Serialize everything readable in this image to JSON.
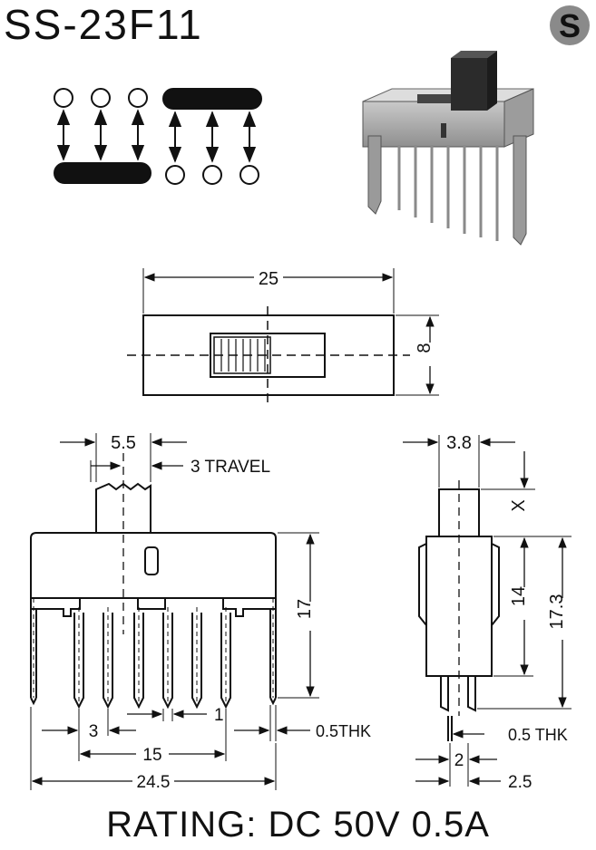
{
  "part_number": "SS-23F11",
  "logo_letter": "S",
  "rating": "RATING: DC 50V 0.5A",
  "top_view": {
    "width": "25",
    "height": "8"
  },
  "front_view": {
    "actuator_width": "5.5",
    "travel": "3 TRAVEL",
    "height": "17",
    "pin_pitch": "3",
    "pin_width": "1",
    "thickness": "0.5THK",
    "pin_span": "15",
    "overall_width": "24.5"
  },
  "side_view": {
    "actuator_width": "3.8",
    "actuator_height": "X",
    "body_height": "14",
    "overall_height": "17.3",
    "thickness": "0.5 THK",
    "pin_spacing": "2",
    "pin_offset": "2.5"
  }
}
